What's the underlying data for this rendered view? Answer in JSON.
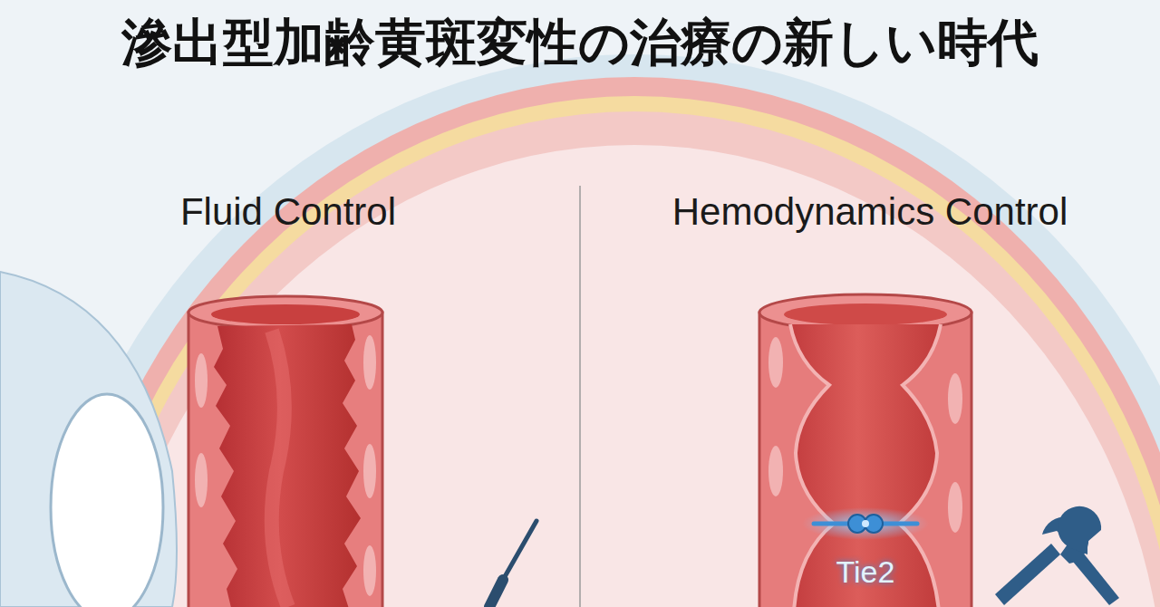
{
  "diagram": {
    "title": "滲出型加齢黄斑変性の治療の新しい時代",
    "labels": [
      "Fluid Control",
      "Hemodynamics Control",
      "Tie2"
    ]
  }
}
